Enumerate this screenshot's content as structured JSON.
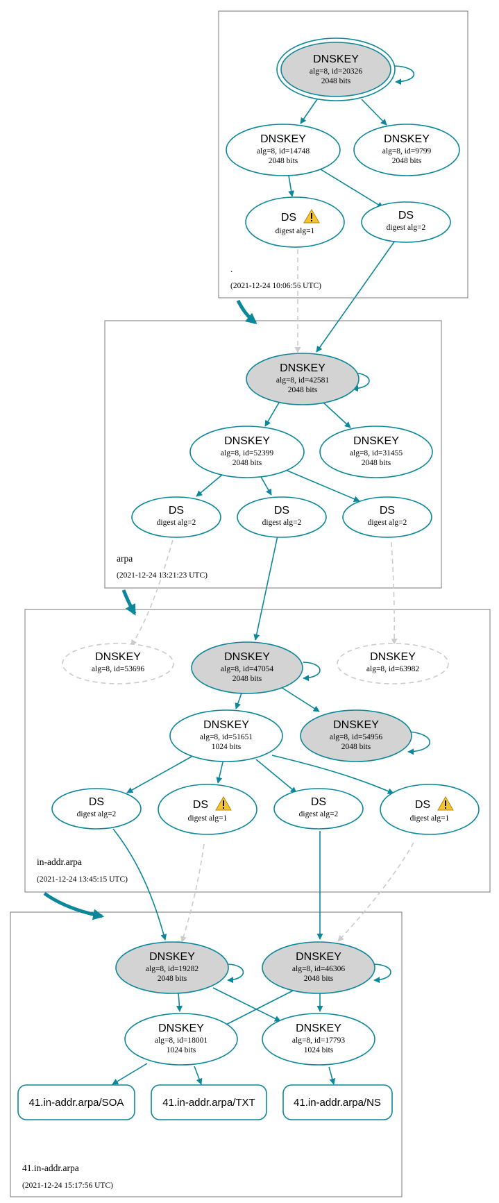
{
  "colors": {
    "edge": "#0a879a",
    "gray_edge": "#cccccc",
    "node_fill_ksk": "#d3d3d3",
    "zone_border": "#777777",
    "warning": "#f4c430"
  },
  "icons": {
    "warning": "warning-icon"
  },
  "zones": {
    "root": {
      "name": ".",
      "date": "(2021-12-24 10:06:56 UTC)"
    },
    "arpa": {
      "name": "arpa",
      "date": "(2021-12-24 13:21:23 UTC)"
    },
    "inaddr": {
      "name": "in-addr.arpa",
      "date": "(2021-12-24 13:45:15 UTC)"
    },
    "z41": {
      "name": "41.in-addr.arpa",
      "date": "(2021-12-24 15:17:56 UTC)"
    }
  },
  "nodes": {
    "root_20326": {
      "title": "DNSKEY",
      "sub1": "alg=8, id=20326",
      "sub2": "2048 bits"
    },
    "root_14748": {
      "title": "DNSKEY",
      "sub1": "alg=8, id=14748",
      "sub2": "2048 bits"
    },
    "root_9799": {
      "title": "DNSKEY",
      "sub1": "alg=8, id=9799",
      "sub2": "2048 bits"
    },
    "root_ds1": {
      "title": "DS",
      "sub1": "digest alg=1"
    },
    "root_ds2": {
      "title": "DS",
      "sub1": "digest alg=2"
    },
    "arpa_42581": {
      "title": "DNSKEY",
      "sub1": "alg=8, id=42581",
      "sub2": "2048 bits"
    },
    "arpa_52399": {
      "title": "DNSKEY",
      "sub1": "alg=8, id=52399",
      "sub2": "2048 bits"
    },
    "arpa_31455": {
      "title": "DNSKEY",
      "sub1": "alg=8, id=31455",
      "sub2": "2048 bits"
    },
    "arpa_ds_a": {
      "title": "DS",
      "sub1": "digest alg=2"
    },
    "arpa_ds_b": {
      "title": "DS",
      "sub1": "digest alg=2"
    },
    "arpa_ds_c": {
      "title": "DS",
      "sub1": "digest alg=2"
    },
    "ia_53696": {
      "title": "DNSKEY",
      "sub1": "alg=8, id=53696"
    },
    "ia_47054": {
      "title": "DNSKEY",
      "sub1": "alg=8, id=47054",
      "sub2": "2048 bits"
    },
    "ia_63982": {
      "title": "DNSKEY",
      "sub1": "alg=8, id=63982"
    },
    "ia_51651": {
      "title": "DNSKEY",
      "sub1": "alg=8, id=51651",
      "sub2": "1024 bits"
    },
    "ia_54956": {
      "title": "DNSKEY",
      "sub1": "alg=8, id=54956",
      "sub2": "2048 bits"
    },
    "ia_ds1": {
      "title": "DS",
      "sub1": "digest alg=2"
    },
    "ia_ds2": {
      "title": "DS",
      "sub1": "digest alg=1"
    },
    "ia_ds3": {
      "title": "DS",
      "sub1": "digest alg=2"
    },
    "ia_ds4": {
      "title": "DS",
      "sub1": "digest alg=1"
    },
    "z41_19282": {
      "title": "DNSKEY",
      "sub1": "alg=8, id=19282",
      "sub2": "2048 bits"
    },
    "z41_46306": {
      "title": "DNSKEY",
      "sub1": "alg=8, id=46306",
      "sub2": "2048 bits"
    },
    "z41_18001": {
      "title": "DNSKEY",
      "sub1": "alg=8, id=18001",
      "sub2": "1024 bits"
    },
    "z41_17793": {
      "title": "DNSKEY",
      "sub1": "alg=8, id=17793",
      "sub2": "1024 bits"
    }
  },
  "rrsets": {
    "soa": "41.in-addr.arpa/SOA",
    "txt": "41.in-addr.arpa/TXT",
    "ns": "41.in-addr.arpa/NS"
  }
}
